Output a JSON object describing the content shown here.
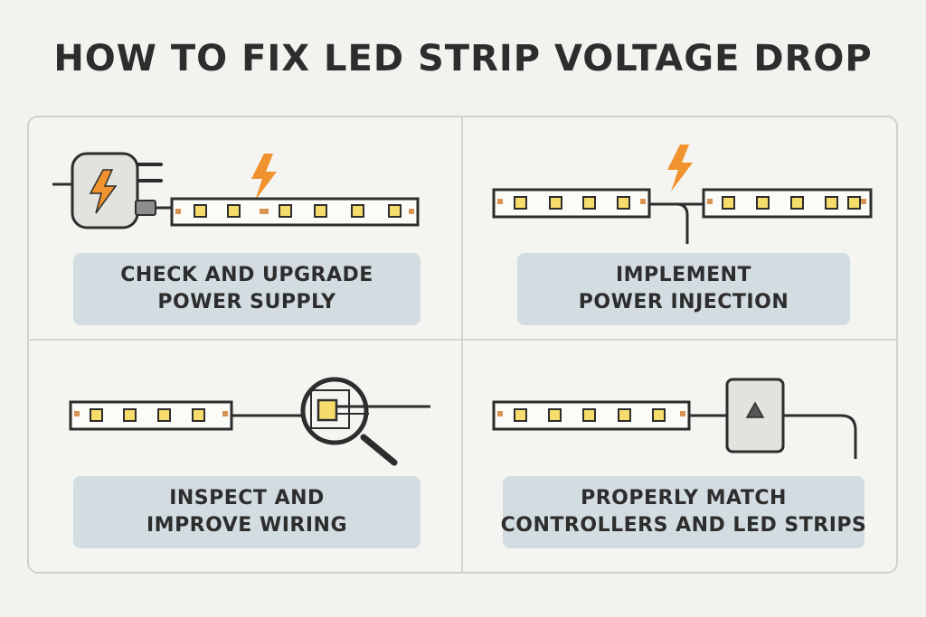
{
  "title": "HOW TO FIX LED STRIP VOLTAGE DROP",
  "colors": {
    "background": "#f2f2ef",
    "label_fill": "#d3dde1",
    "led_yellow": "#f6dc6a",
    "accent_orange": "#f0922e",
    "copper_pad": "#d99354",
    "outline": "#2d2d2d"
  },
  "panels": [
    {
      "id": "power-supply",
      "label_line1": "CHECK AND UPGRADE",
      "label_line2": "POWER SUPPLY",
      "icons": [
        "power-adapter-icon",
        "lightning-bolt-icon",
        "led-strip-icon"
      ]
    },
    {
      "id": "power-injection",
      "label_line1": "IMPLEMENT",
      "label_line2": "POWER INJECTION",
      "icons": [
        "lightning-bolt-icon",
        "led-strip-icon",
        "led-strip-icon"
      ]
    },
    {
      "id": "wiring",
      "label_line1": "INSPECT AND",
      "label_line2": "IMPROVE WIRING",
      "icons": [
        "led-strip-icon",
        "magnifying-glass-icon"
      ]
    },
    {
      "id": "controllers",
      "label_line1": "PROPERLY MATCH",
      "label_line2": "CONTROLLERS AND LED STRIPS",
      "icons": [
        "led-strip-icon",
        "controller-box-icon"
      ]
    }
  ]
}
